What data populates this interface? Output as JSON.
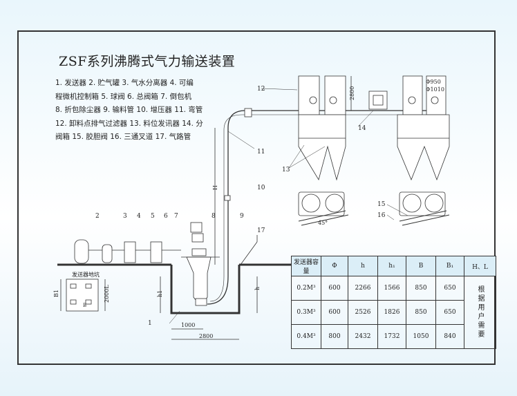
{
  "title": "ZSF系列沸腾式气力输送装置",
  "legend": [
    "1. 发送器  2. 贮气罐  3. 气水分离器  4. 可编",
    "程微机控制箱  5. 球阀  6. 总阀箱  7. 倒包机",
    "8. 折包除尘器  9. 输料管  10. 增压器  11. 弯管",
    "12. 卸料点排气过滤器  13. 料位发讯器  14. 分",
    "阀箱  15. 胶胆阀  16. 三通叉道  17. 气路管"
  ],
  "labels": {
    "n1": "1",
    "n2": "2",
    "n3": "3",
    "n4": "4",
    "n5": "5",
    "n6": "6",
    "n7": "7",
    "n8": "8",
    "n9": "9",
    "n10": "10",
    "n11": "11",
    "n12": "12",
    "n13": "13",
    "n14": "14",
    "n15": "15",
    "n16": "16",
    "n17": "17",
    "pit_title": "发送器地坑",
    "dim_2800_top": "2800",
    "dim_950": "Φ950",
    "dim_1010": "Φ1010",
    "dim_H": "H",
    "dim_h1": "h1",
    "dim_h": "h",
    "dim_1000": "1000",
    "dim_2800": "2800",
    "dim_45": "45°",
    "dim_B1": "B1",
    "dim_B": "B",
    "dim_2000L": "2000L"
  },
  "table": {
    "headers": [
      "发送器容量",
      "Φ",
      "h",
      "h₁",
      "B",
      "B₁",
      "H、L"
    ],
    "rows": [
      [
        "0.2M³",
        "600",
        "2266",
        "1566",
        "850",
        "650"
      ],
      [
        "0.3M³",
        "600",
        "2526",
        "1826",
        "850",
        "650"
      ],
      [
        "0.4M³",
        "800",
        "2432",
        "1732",
        "1050",
        "840"
      ]
    ],
    "note": "根据用户需要"
  }
}
